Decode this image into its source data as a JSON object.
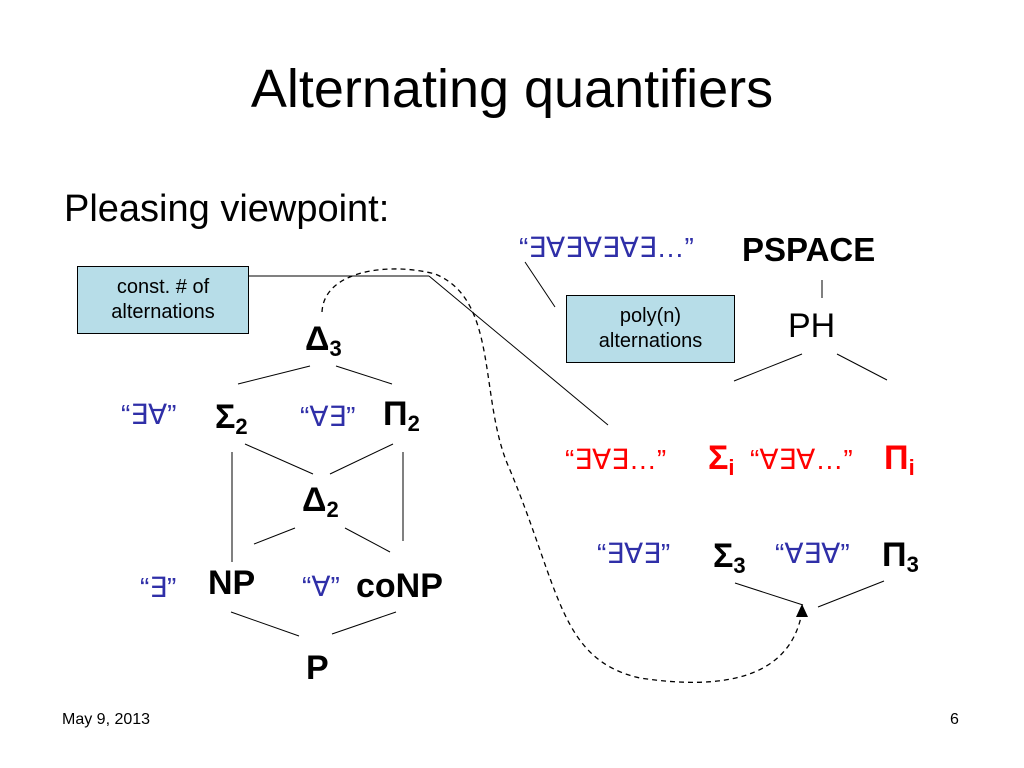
{
  "title": "Alternating quantifiers",
  "subtitle": "Pleasing viewpoint:",
  "boxes": {
    "const": "const. # of alternations",
    "poly": "poly(n) alternations"
  },
  "left_hierarchy": {
    "delta3": {
      "letter": "Δ",
      "sub": "3"
    },
    "sigma2": {
      "letter": "Σ",
      "sub": "2"
    },
    "pi2": {
      "letter": "Π",
      "sub": "2"
    },
    "delta2": {
      "letter": "Δ",
      "sub": "2"
    },
    "np": "NP",
    "conp": "coNP",
    "p": "P",
    "q_sigma2": "“∃∀”",
    "q_pi2": "“∀∃”",
    "q_np": "“∃”",
    "q_conp": "“∀”"
  },
  "right_hierarchy": {
    "q_pspace": "“∃∀∃∀∃∀∃…”",
    "pspace": "PSPACE",
    "ph": "PH",
    "q_sigmai": "“∃∀∃…”",
    "sigmai": {
      "letter": "Σ",
      "sub": "i"
    },
    "q_pii": "“∀∃∀…”",
    "pii": {
      "letter": "Π",
      "sub": "i"
    },
    "q_sigma3": "“∃∀∃”",
    "sigma3": {
      "letter": "Σ",
      "sub": "3"
    },
    "q_pi3": "“∀∃∀”",
    "pi3": {
      "letter": "Π",
      "sub": "3"
    }
  },
  "footer": {
    "date": "May 9, 2013",
    "page": "6"
  },
  "colors": {
    "box_fill": "#b7dde8",
    "quantifier_blue": "#2f2fa8",
    "highlight_red": "#ff0000"
  }
}
